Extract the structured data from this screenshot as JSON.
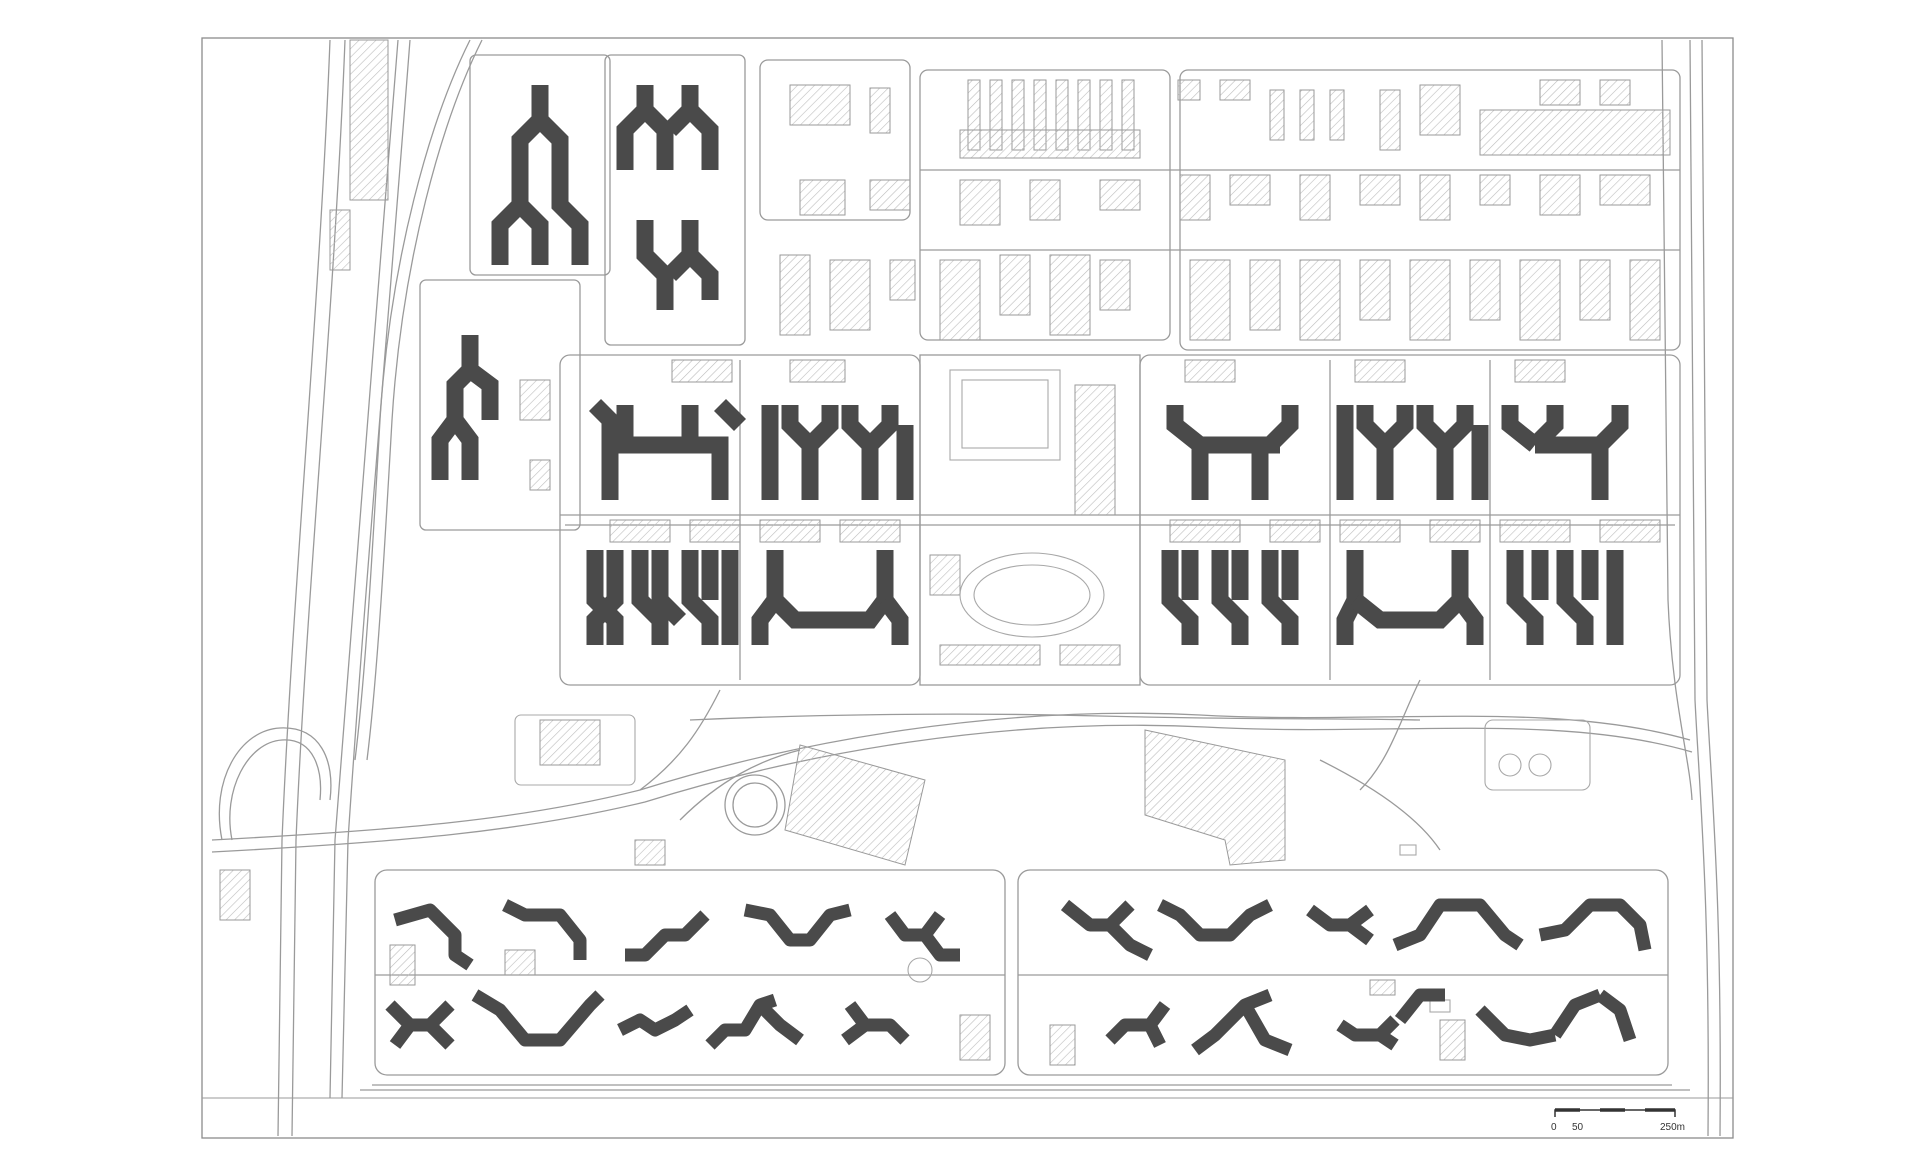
{
  "scale_bar": {
    "labels": [
      "0",
      "50",
      "250m"
    ]
  },
  "colors": {
    "background": "#ffffff",
    "residential_blocks": "#4a4a4a",
    "road_lines": "#9a9a9a",
    "hatched_buildings": "#bdbdbd"
  }
}
